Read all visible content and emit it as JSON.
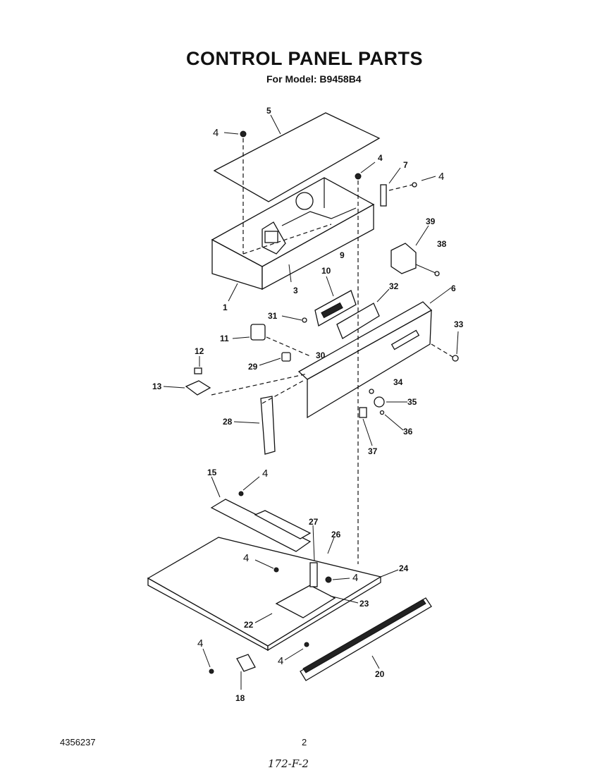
{
  "title": "CONTROL PANEL PARTS",
  "subtitle": "For Model: B9458B4",
  "footer": {
    "doc_number": "4356237",
    "page_number": "2",
    "handwritten_note": "172-F-2"
  },
  "callouts": {
    "p1": "1",
    "p3": "3",
    "p4": "4",
    "p5": "5",
    "p6": "6",
    "p7": "7",
    "p9": "9",
    "p10": "10",
    "p11": "11",
    "p12": "12",
    "p13": "13",
    "p15": "15",
    "p18": "18",
    "p20": "20",
    "p22": "22",
    "p23": "23",
    "p24": "24",
    "p26": "26",
    "p27": "27",
    "p28": "28",
    "p29": "29",
    "p30": "30",
    "p31": "31",
    "p32": "32",
    "p33": "33",
    "p34": "34",
    "p35": "35",
    "p36": "36",
    "p37": "37",
    "p38": "38",
    "p39": "39"
  }
}
